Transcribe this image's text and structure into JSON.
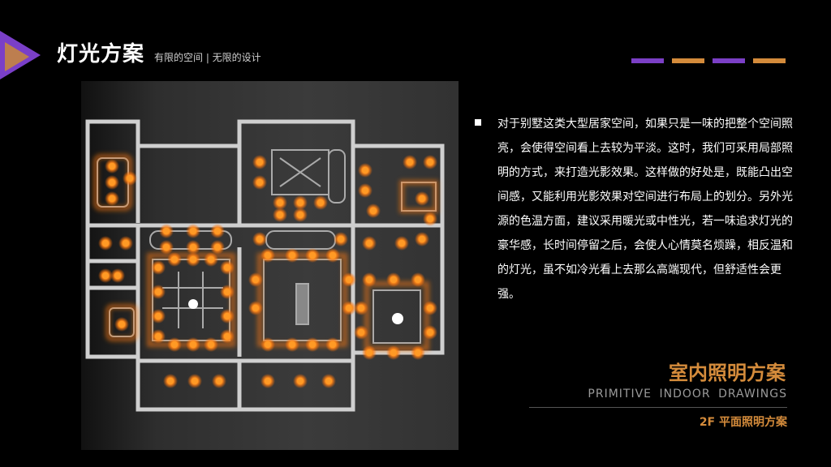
{
  "header": {
    "title": "灯光方案",
    "subtitle": "有限的空间 | 无限的设计"
  },
  "accent_bars": [
    "#7b3fc6",
    "#d48b3b",
    "#7b3fc6",
    "#d48b3b"
  ],
  "colors": {
    "purple": "#7a3fc8",
    "orange": "#d48b3b",
    "lamp": "#ff8a1c"
  },
  "floorplan": {
    "image": "2F lighting floor plan with glowing ceiling lights"
  },
  "description": "对于别墅这类大型居家空间，如果只是一味的把整个空间照亮，会使得空间看上去较为平淡。这时，我们可采用局部照明的方式，来打造光影效果。这样做的好处是，既能凸出空间感，又能利用光影效果对空间进行布局上的划分。另外光源的色温方面，建议采用暖光或中性光，若一味追求灯光的豪华感，长时间停留之后，会使人心情莫名烦躁，相反温和的灯光，虽不如冷光看上去那么高端现代，但舒适性会更强。",
  "footer": {
    "heading": "室内照明方案",
    "english": "PRIMITIVE INDOOR DRAWINGS",
    "subheading": "2F 平面照明方案"
  }
}
